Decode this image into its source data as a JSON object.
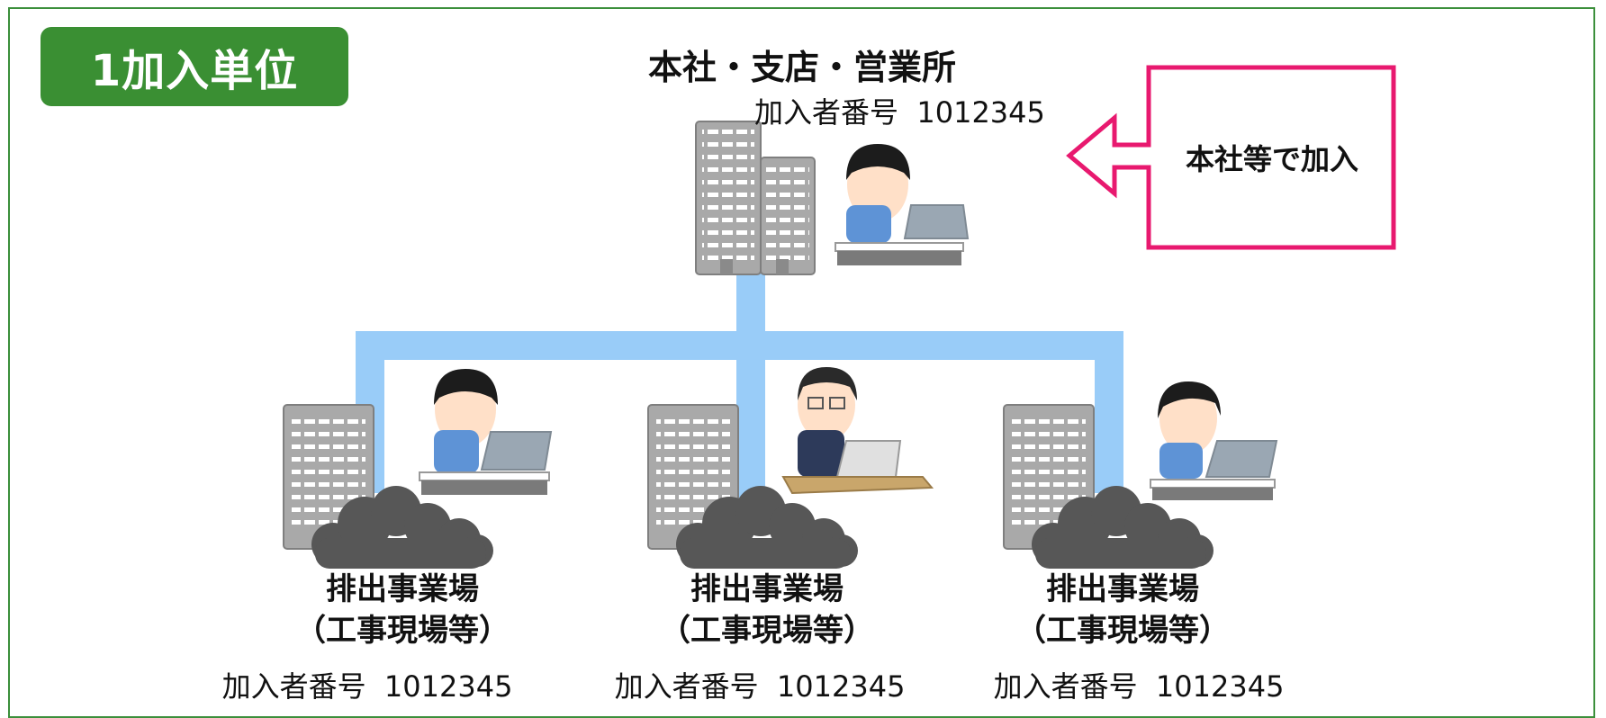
{
  "badge": {
    "label": "1加入単位"
  },
  "headquarters": {
    "title": "本社・支店・営業所",
    "number_label": "加入者番号",
    "number": "1012345"
  },
  "callout": {
    "label": "本社等で加入"
  },
  "sites": [
    {
      "title_line1": "排出事業場",
      "title_line2": "（工事現場等）",
      "number_label": "加入者番号",
      "number": "1012345"
    },
    {
      "title_line1": "排出事業場",
      "title_line2": "（工事現場等）",
      "number_label": "加入者番号",
      "number": "1012345"
    },
    {
      "title_line1": "排出事業場",
      "title_line2": "（工事現場等）",
      "number_label": "加入者番号",
      "number": "1012345"
    }
  ],
  "colors": {
    "frame": "#3b8f3b",
    "badge": "#3a8f33",
    "connector": "#99ccf8",
    "callout": "#e8196f",
    "building": "#a9a9a9",
    "cloud": "#555555"
  }
}
